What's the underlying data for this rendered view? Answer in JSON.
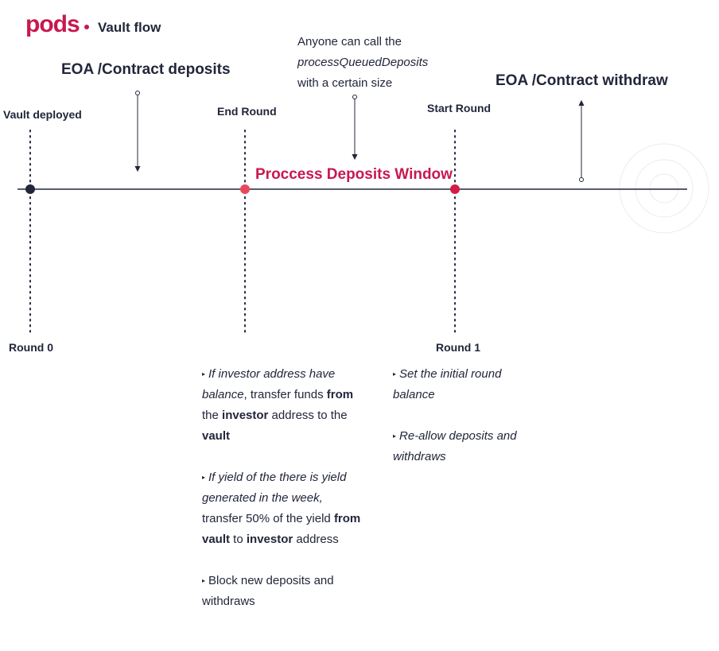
{
  "header": {
    "logo": "pods",
    "title": "Vault flow"
  },
  "headings": {
    "deposits": "EOA /Contract deposits",
    "withdraw": "EOA /Contract withdraw"
  },
  "call_note": {
    "line1": "Anyone can call the",
    "line2": "processQueuedDeposits",
    "line3": "with a certain size"
  },
  "timeline": {
    "vault_deployed": "Vault deployed",
    "end_round": "End Round",
    "start_round": "Start Round",
    "window_label": "Proccess Deposits Window",
    "round0": "Round 0",
    "round1": "Round 1"
  },
  "end_round_actions": {
    "b1_i1": "If investor address have balance",
    "b1_t1": ", transfer funds ",
    "b1_b1": "from",
    "b1_t2": " the ",
    "b1_b2": "investor",
    "b1_t3": " address to the ",
    "b1_b3": "vault",
    "b2_i1": "If yield of the there is yield generated in the week,",
    "b2_t1": " transfer 50% of the yield ",
    "b2_b1": "from vault",
    "b2_t2": " to ",
    "b2_b2": "investor",
    "b2_t3": " address",
    "b3_t1": "Block new deposits and withdraws"
  },
  "start_round_actions": {
    "b1_i1": "Set the initial round balance",
    "b2_i1": "Re-allow deposits and withdraws"
  },
  "colors": {
    "brand": "#c8184f",
    "text": "#22263a",
    "node_start": "#22263a",
    "node_end": "#e8495a",
    "node_start_round": "#d11e48"
  }
}
